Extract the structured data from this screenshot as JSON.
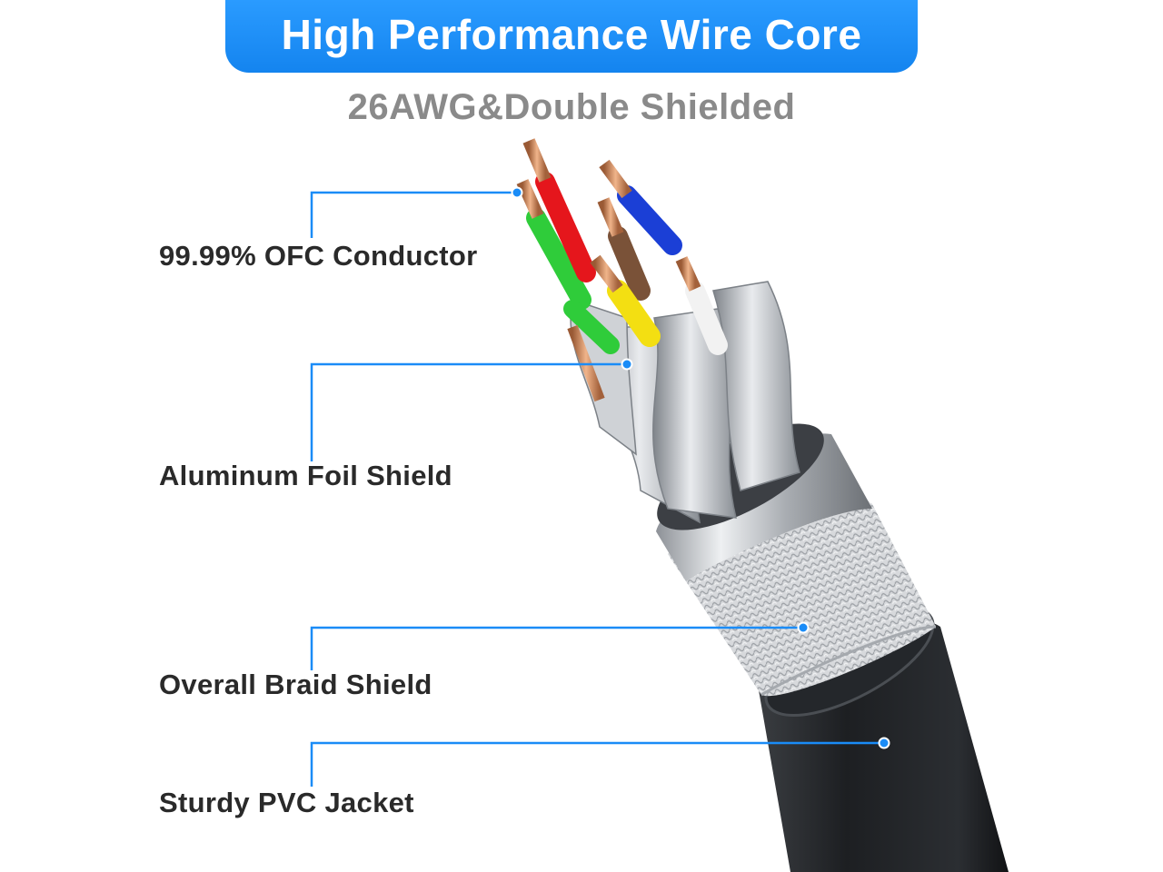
{
  "header": {
    "title": "High Performance Wire Core",
    "subtitle": "26AWG&Double Shielded"
  },
  "callouts": [
    {
      "label": "99.99% OFC Conductor"
    },
    {
      "label": "Aluminum Foil Shield"
    },
    {
      "label": "Overall Braid Shield"
    },
    {
      "label": "Sturdy PVC Jacket"
    }
  ],
  "colors": {
    "accent": "#1a8cf7",
    "leader_line": "#1a8cf7",
    "title_text": "#ffffff",
    "subtitle_text": "#8a8a8a",
    "label_text": "#2a2a2a",
    "wire_green": "#2fcc3a",
    "wire_red": "#e5161c",
    "wire_blue": "#1b3fd6",
    "wire_brown": "#7a5238",
    "wire_yellow": "#f3df12",
    "wire_white": "#f2f2f2",
    "copper": "#c9835a",
    "foil": "#b9bdc2",
    "jacket": "#1d1f22"
  }
}
